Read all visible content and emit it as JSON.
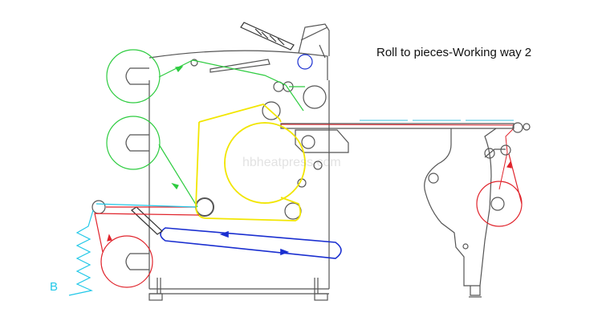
{
  "diagram": {
    "title": "Roll to pieces-Working way 2",
    "label_b": "B",
    "watermark": "hbheatpress.com"
  },
  "colors": {
    "outline": "#555555",
    "green_path": "#2ecc40",
    "yellow_path": "#f2e600",
    "blue_path": "#1a2fd0",
    "red_path": "#e0242c",
    "cyan_path": "#22c8e8",
    "table_line": "#7fd6ea"
  }
}
